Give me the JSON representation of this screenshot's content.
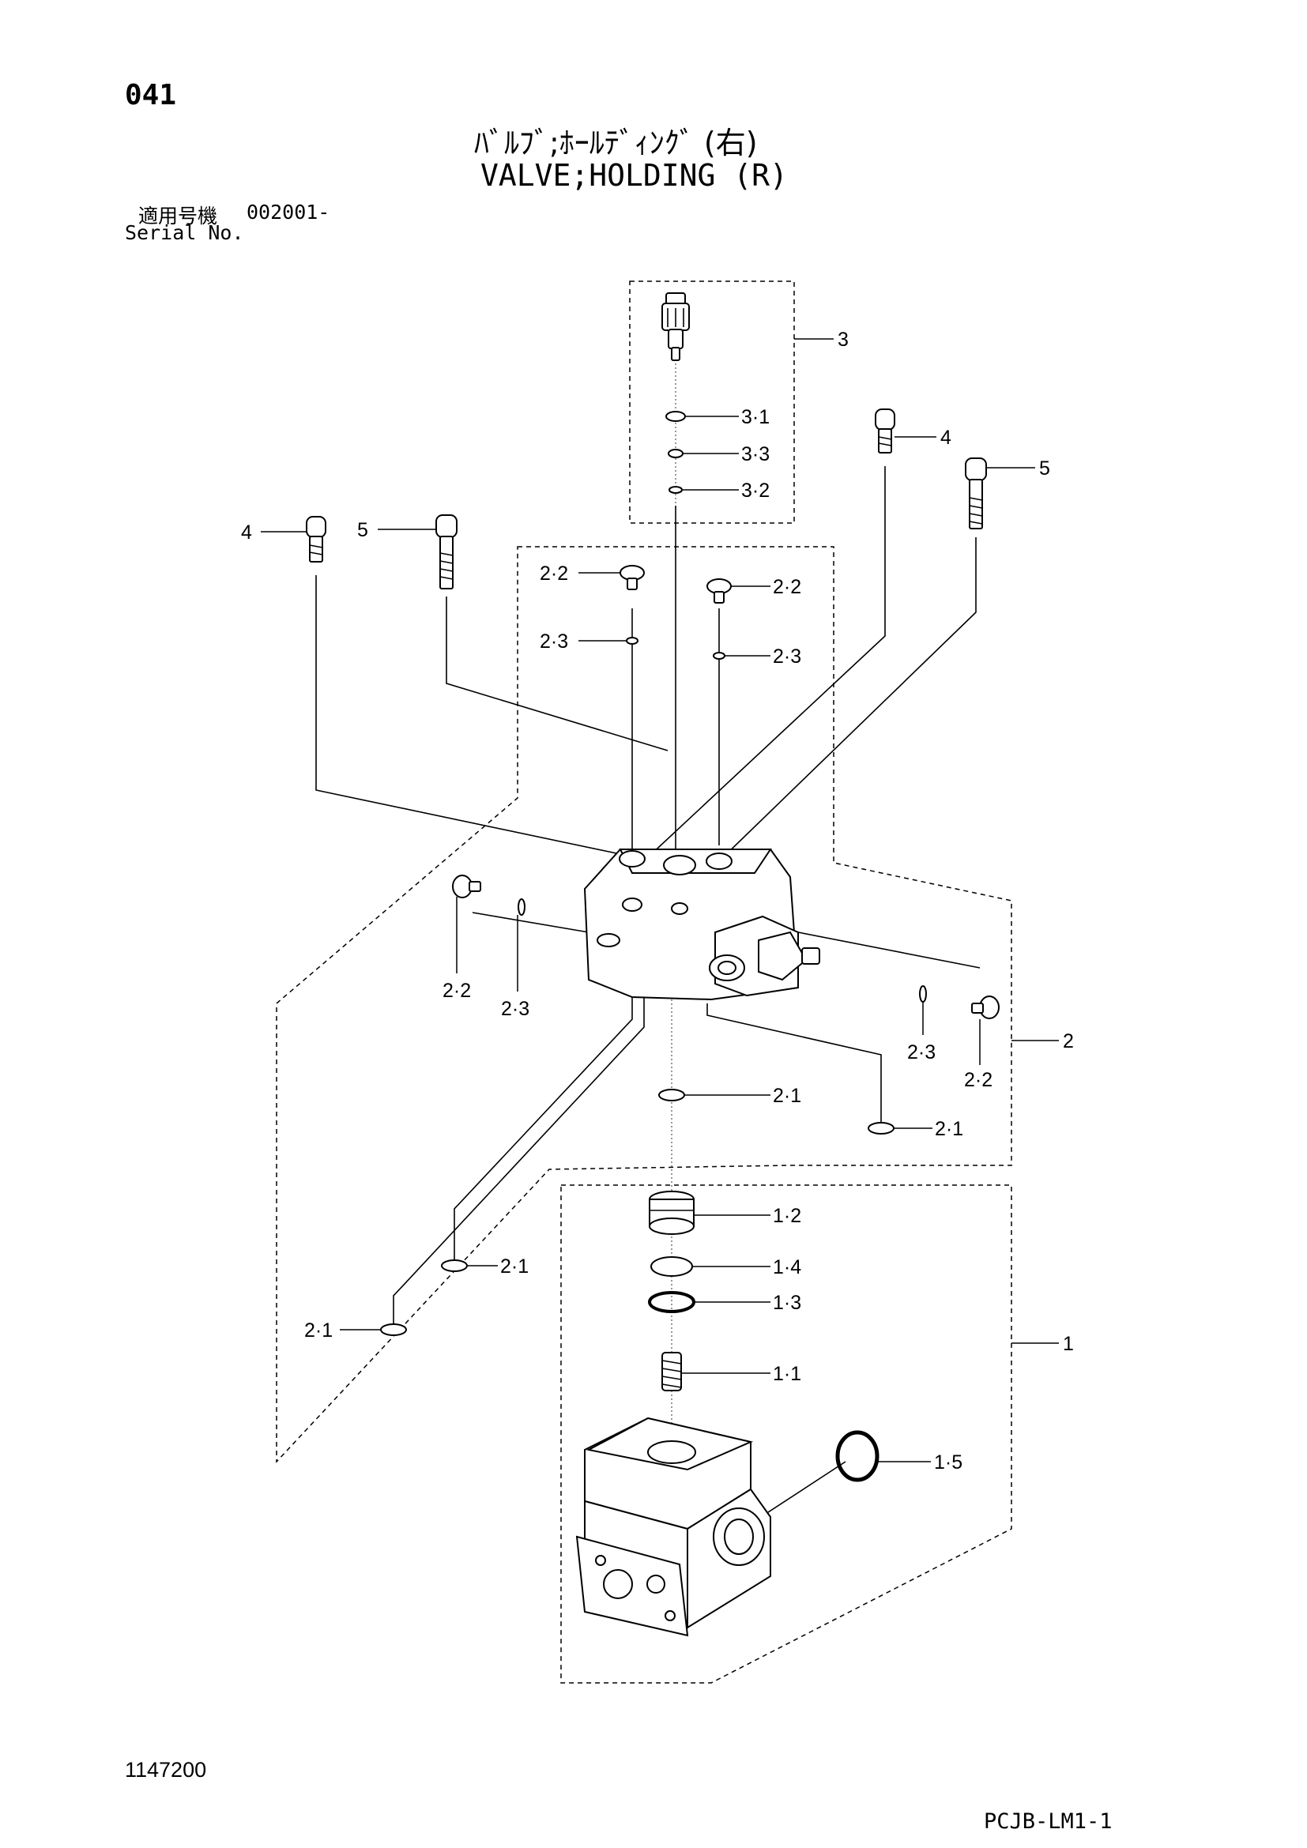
{
  "header": {
    "page_number": "041",
    "title_jp": "ﾊﾞﾙﾌﾞ;ﾎｰﾙﾃﾞｨﾝｸﾞ (右)",
    "title_en": "VALVE;HOLDING (R)",
    "serial_label_jp": "適用号機",
    "serial_value": "002001-",
    "serial_label_en": "Serial No."
  },
  "callouts": {
    "c1": "1",
    "c1_1": "1·1",
    "c1_2": "1·2",
    "c1_3": "1·3",
    "c1_4": "1·4",
    "c1_5": "1·5",
    "c2": "2",
    "c2_1": "2·1",
    "c2_2": "2·2",
    "c2_3": "2·3",
    "c3": "3",
    "c3_1": "3·1",
    "c3_2": "3·2",
    "c3_3": "3·3",
    "c4": "4",
    "c5": "5"
  },
  "footer": {
    "drawing_number": "1147200",
    "sheet_code": "PCJB-LM1-1"
  }
}
